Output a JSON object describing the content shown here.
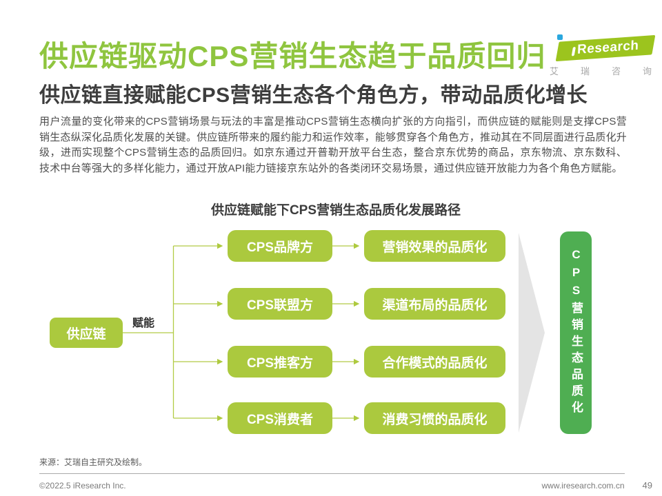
{
  "header": {
    "title": "供应链驱动CPS营销生态趋于品质回归",
    "subtitle": "供应链直接赋能CPS营销生态各个角色方，带动品质化增长"
  },
  "logo": {
    "brand": "iResearch",
    "brand_rest": "Research",
    "cn": "艾瑞咨询"
  },
  "body": {
    "paragraph": "用户流量的变化带来的CPS营销场景与玩法的丰富是推动CPS营销生态横向扩张的方向指引，而供应链的赋能则是支撑CPS营销生态纵深化品质化发展的关键。供应链所带来的履约能力和运作效率，能够贯穿各个角色方，推动其在不同层面进行品质化升级，进而实现整个CPS营销生态的品质回归。如京东通过开普勒开放平台生态，整合京东优势的商品，京东物流、京东数科、技术中台等强大的多样化能力，通过开放API能力链接京东站外的各类闭环交易场景，通过供应链开放能力为各个角色方赋能。"
  },
  "diagram": {
    "title": "供应链赋能下CPS营销生态品质化发展路径",
    "source_label": "供应链",
    "edge_label": "赋能",
    "roles": [
      "CPS品牌方",
      "CPS联盟方",
      "CPS推客方",
      "CPS消费者"
    ],
    "outcomes": [
      "营销效果的品质化",
      "渠道布局的品质化",
      "合作模式的品质化",
      "消费习惯的品质化"
    ],
    "result": "CPS营销生态品质化",
    "colors": {
      "node_green": "#abc93e",
      "result_green": "#4fae52",
      "title_green": "#8fc53f",
      "connector_green": "#b2cb45",
      "chevron_gray": "#e4e4e4",
      "logo_green": "#9cc41e",
      "logo_dot_blue": "#2aa7de"
    }
  },
  "footer": {
    "source": "来源：艾瑞自主研究及绘制。",
    "copyright": "©2022.5 iResearch Inc.",
    "website": "www.iresearch.com.cn",
    "page_number": "49"
  }
}
